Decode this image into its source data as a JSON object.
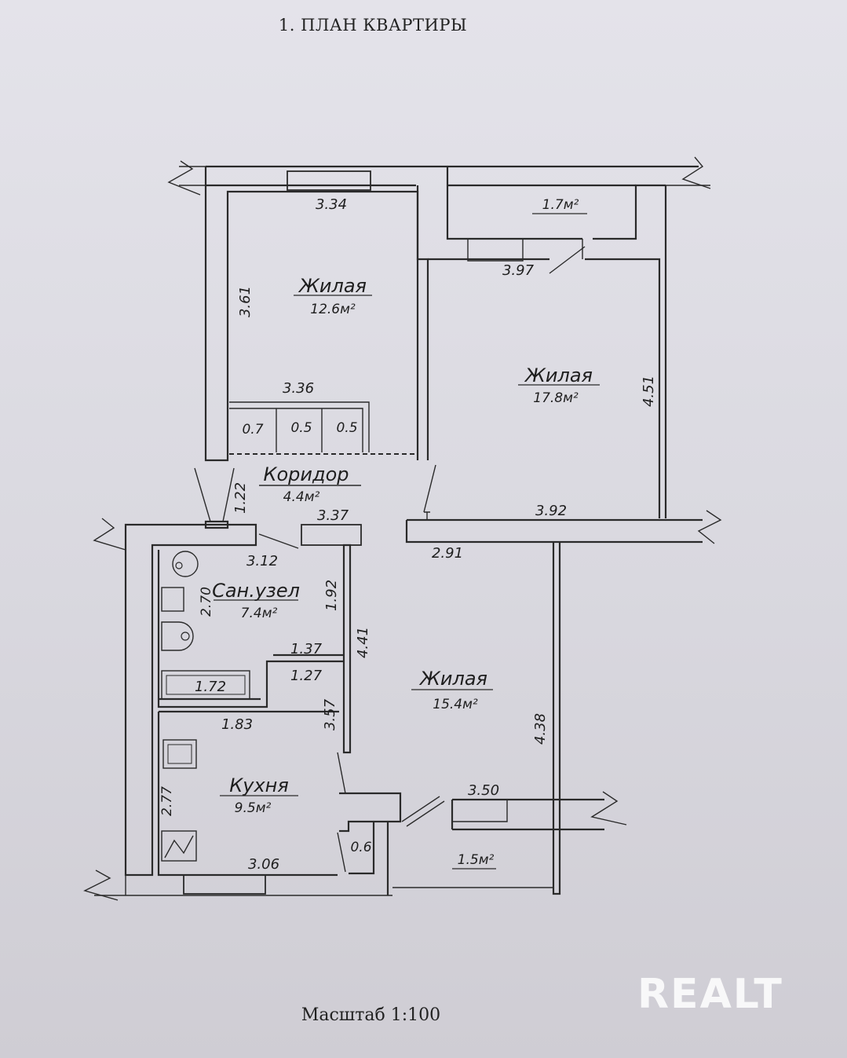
{
  "title": "1. ПЛАН КВАРТИРЫ",
  "scale": "Масштаб 1:100",
  "watermark": "REALT",
  "rooms": {
    "living1": {
      "name": "Жилая",
      "area": "12.6м²"
    },
    "living2": {
      "name": "Жилая",
      "area": "17.8м²"
    },
    "living3": {
      "name": "Жилая",
      "area": "15.4м²"
    },
    "corridor": {
      "name": "Коридор",
      "area": "4.4м²"
    },
    "bathroom": {
      "name": "Сан.узел",
      "area": "7.4м²"
    },
    "kitchen": {
      "name": "Кухня",
      "area": "9.5м²"
    },
    "balcony_top": {
      "area": "1.7м²"
    },
    "balcony_bottom": {
      "area": "1.5м²"
    }
  },
  "dimensions": {
    "d334": "3.34",
    "d361": "3.61",
    "d336": "3.36",
    "d07": "0.7",
    "d05a": "0.5",
    "d05b": "0.5",
    "d397": "3.97",
    "d451": "4.51",
    "d392": "3.92",
    "d122": "1.22",
    "d337": "3.37",
    "d291": "2.91",
    "d312": "3.12",
    "d270": "2.70",
    "d192": "1.92",
    "d441": "4.41",
    "d137": "1.37",
    "d127": "1.27",
    "d172": "1.72",
    "d183": "1.83",
    "d357": "3.57",
    "d438": "4.38",
    "d350": "3.50",
    "d277": "2.77",
    "d06": "0.6",
    "d306": "3.06"
  }
}
